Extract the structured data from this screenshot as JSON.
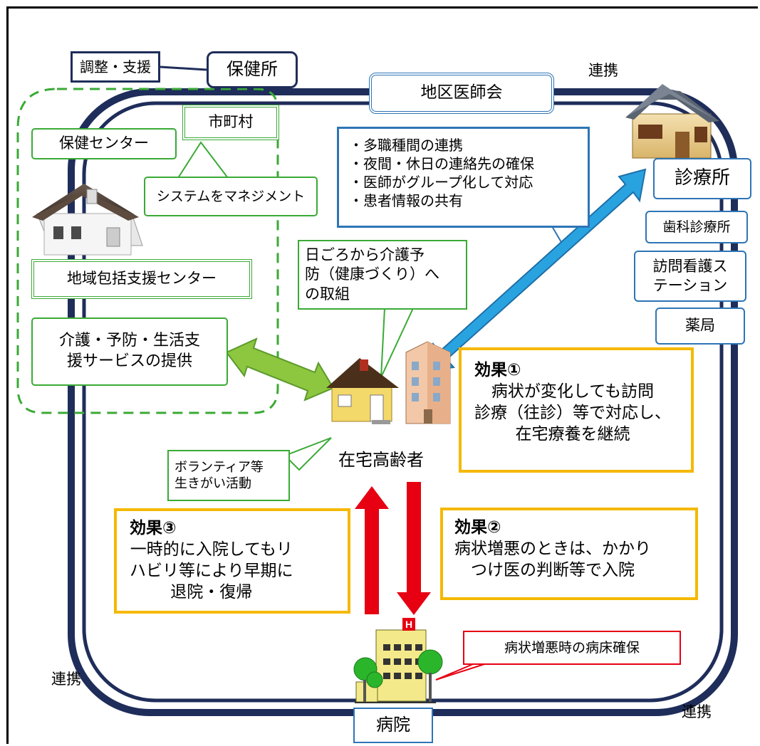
{
  "colors": {
    "navy": "#1f2d5a",
    "blue": "#2e75b6",
    "green": "#3aaa35",
    "orange": "#f5b800",
    "red": "#e60012",
    "light_blue_arrow": "#29a3e0",
    "light_green_arrow": "#8dc63f"
  },
  "icons": [
    "house-left-icon",
    "clinic-house-icon",
    "home-house-icon",
    "apartment-icon",
    "hospital-building-icon"
  ],
  "labels": {
    "adjust_support": "調整・支援",
    "health_office": "保健所",
    "district_medical_assoc": "地区医師会",
    "renkei_top": "連携",
    "renkei_left": "連携",
    "renkei_bottom": "連携",
    "municipality": "市町村",
    "health_center": "保健センター",
    "system_manage": "システムをマネジメント",
    "community_center": "地域包括支援センター",
    "care_services": "介護・予防・生活支\n援サービスの提供",
    "clinic": "診療所",
    "dental": "歯科診療所",
    "nursing_station": "訪問看護ス\nテーション",
    "pharmacy": "薬局",
    "prevention": "日ごろから介護予\n防（健康づくり）へ\nの取組",
    "elderly": "在宅高齢者",
    "volunteer": "ボランティア等\n生きがい活動",
    "hospital": "病院",
    "bed_secure": "病状増悪時の病床確保"
  },
  "cooperation_items": [
    "・多職種間の連携",
    "・夜間・休日の連絡先の確保",
    "・医師がグループ化して対応",
    "・患者情報の共有"
  ],
  "effects": {
    "e1_title": "効果①",
    "e1_body": "病状が変化しても訪問\n診療（往診）等で対応し、\n在宅療養を継続",
    "e2_title": "効果②",
    "e2_body": "病状増悪のときは、かかり\nつけ医の判断等で入院",
    "e3_title": "効果③",
    "e3_body": "一時的に入院してもリ\nハビリ等により早期に\n退院・復帰"
  }
}
